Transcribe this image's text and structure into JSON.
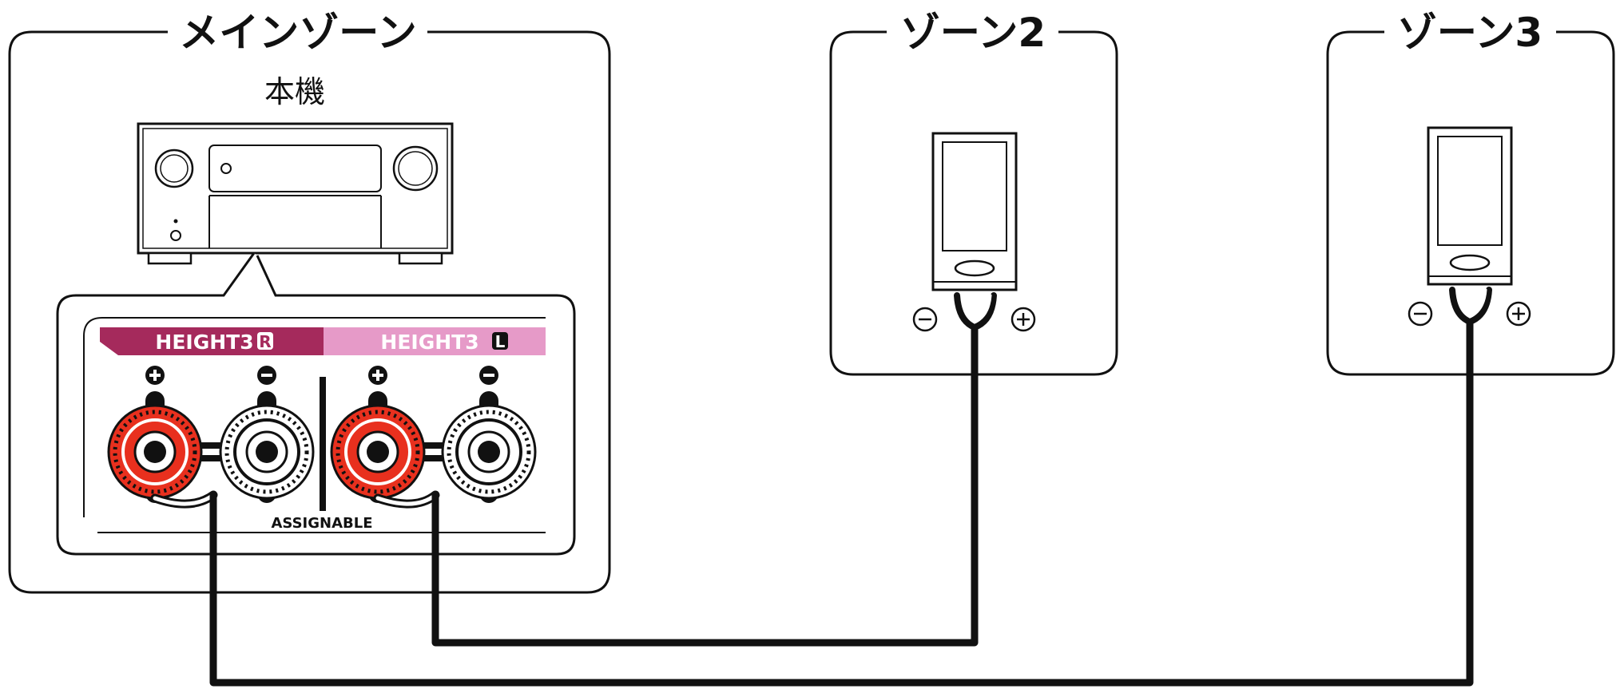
{
  "zones": {
    "main": {
      "title": "メインゾーン",
      "unit_label": "本機"
    },
    "zone2": {
      "title": "ゾーン2"
    },
    "zone3": {
      "title": "ゾーン3"
    }
  },
  "terminals": {
    "right": {
      "label": "HEIGHT3",
      "badge": "R",
      "color": "#a52a5c"
    },
    "left": {
      "label": "HEIGHT3",
      "badge": "L",
      "color": "#e69ac8"
    },
    "assignable": "ASSIGNABLE"
  },
  "colors": {
    "terminal_red": "#e8301e",
    "line": "#111111"
  }
}
